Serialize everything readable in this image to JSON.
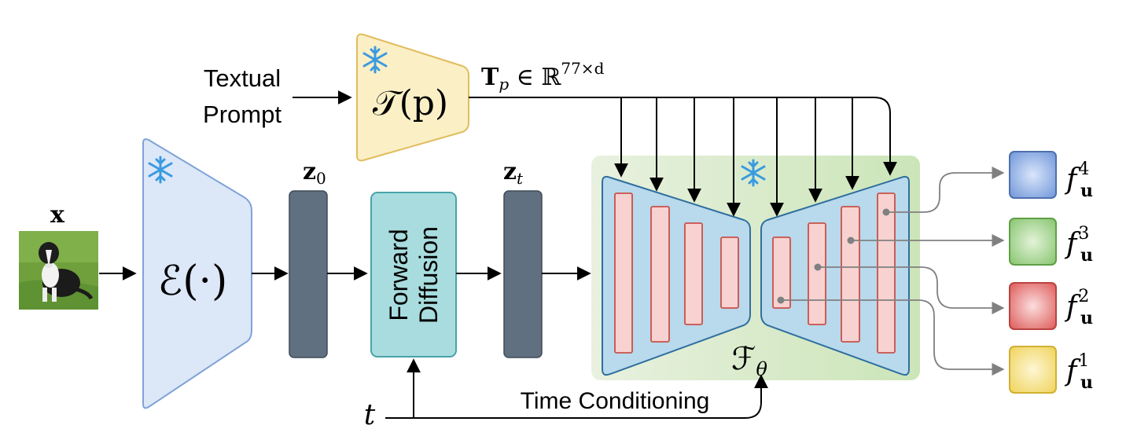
{
  "input": {
    "label": "x"
  },
  "text_prompt": {
    "line1": "Textual",
    "line2": "Prompt"
  },
  "text_encoder": {
    "label": "𝒯(p)"
  },
  "text_embedding": {
    "base": "T",
    "sub": "p",
    "rest": " ∈ ℝ",
    "sup": "77×d"
  },
  "image_encoder": {
    "label": "ℰ(·)"
  },
  "latent_z0": {
    "base": "z",
    "sub": "0"
  },
  "forward_diffusion": {
    "line1": "Forward",
    "line2": "Diffusion"
  },
  "latent_zt": {
    "base": "z",
    "sub": "t"
  },
  "unet": {
    "label": "ℱ",
    "sub": "θ"
  },
  "timestep": {
    "label": "t"
  },
  "time_conditioning": {
    "label": "Time Conditioning"
  },
  "frozen_icon": "snowflake-icon",
  "features": [
    {
      "base": "f",
      "sub": "u",
      "sup": "4",
      "color": "#6f95d8"
    },
    {
      "base": "f",
      "sub": "u",
      "sup": "3",
      "color": "#86c46e"
    },
    {
      "base": "f",
      "sub": "u",
      "sup": "2",
      "color": "#dd5a58"
    },
    {
      "base": "f",
      "sub": "u",
      "sup": "1",
      "color": "#f0d35a"
    }
  ],
  "colors": {
    "encoder_fill": "#dce7f8",
    "encoder_stroke": "#7fa3d7",
    "text_encoder_fill": "#fbefc6",
    "text_encoder_stroke": "#e0bd5c",
    "latent_fill": "#607080",
    "diffusion_fill": "#a8dcde",
    "diffusion_stroke": "#4aa3a8",
    "unet_bg": "#d6eac8",
    "unet_fill": "#b9d9ec",
    "unet_stroke": "#2f6f9f",
    "block_fill": "#f7d2d0",
    "block_stroke": "#c8514a",
    "snowflake": "#3a9ae0"
  }
}
